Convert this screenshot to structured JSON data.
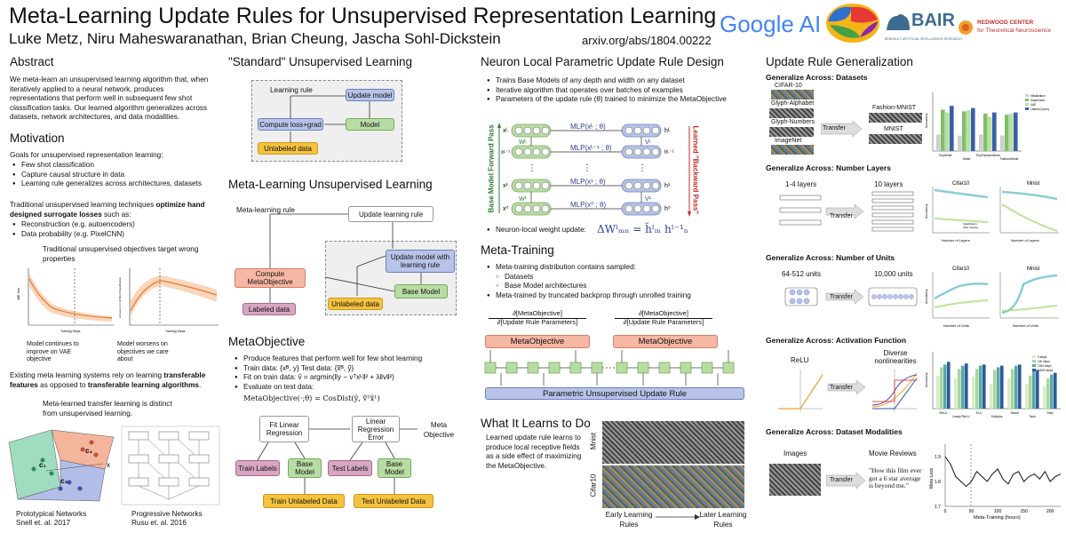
{
  "header": {
    "title": "Meta-Learning Update Rules for Unsupervised Representation Learning",
    "authors": "Luke Metz, Niru Maheswaranathan, Brian Cheung, Jascha Sohl-Dickstein",
    "arxiv": "arxiv.org/abs/1804.00222",
    "logo_google": "Google AI",
    "logo_bair": "BAIR",
    "logo_bair_sub": "BERKELEY ARTIFICIAL INTELLIGENCE RESEARCH",
    "logo_redwood": "REDWOOD CENTER",
    "logo_redwood_sub": "for Theoretical Neuroscience"
  },
  "col1": {
    "abstract_h": "Abstract",
    "abstract": "We meta-learn an unsupervised learning algorithm that, when iteratively applied to a neural network, produces representations that perform well in subsequent few shot classification tasks. Our learned algorithm generalizes across datasets, network architectures, and data modalities.",
    "motivation_h": "Motivation",
    "goals": "Goals for unsupervised representation learning:",
    "goal_items": [
      "Few shot classification",
      "Capture causal structure in data",
      "Learning rule generalizes across architectures, datasets"
    ],
    "trad_pre": "Traditional unsupervised learning techniques ",
    "trad_bold": "optimize hand designed surrogate losses",
    "trad_post": " such as:",
    "trad_items": [
      "Reconstruction (e.g. autoencoders)",
      "Data probability (e.g. PixelCNN)"
    ],
    "plot_caption": "Traditional unsupervised objectives target wrong properties",
    "plot1_ylabel": "VAE loss",
    "plot1_xlabel": "Training Steps",
    "plot2_ylabel": "Accuracy on 10 Shot Classification",
    "plot2_xlabel": "Training Steps",
    "plot1_note": "Model continues to improve on VAE objective",
    "plot2_note": "Model worsens on objectives we care about",
    "existing_pre": "Existing meta learning systems rely on learning ",
    "existing_b1": "transferable features",
    "existing_mid": " as opposed to ",
    "existing_b2": "transferable learning algorithms",
    "existing_post": ".",
    "transfer_caption": "Meta-learned transfer learning is distinct from unsupervised learning.",
    "proto_caption1": "Prototypical Networks",
    "proto_caption2": "Snell et. al. 2017",
    "prog_caption1": "Progressive Networks",
    "prog_caption2": "Rusu et. al. 2016",
    "c1": "c₁",
    "c2": "c₂",
    "c3": "c₃",
    "xlab": "x"
  },
  "col2": {
    "std_h": "\"Standard\" Unsupervised Learning",
    "std_learning_rule": "Learning rule",
    "std_update": "Update model",
    "std_model": "Model",
    "std_compute": "Compute loss+grad",
    "std_unlabeled": "Unlabeled data",
    "meta_h": "Meta-Learning Unsupervised Learning",
    "meta_rule": "Meta-learning rule",
    "meta_update_rule": "Update learning rule",
    "meta_compute": "Compute MetaObjective",
    "meta_labeled": "Labeled data",
    "meta_update_model": "Update model with learning rule",
    "meta_base": "Base Model",
    "meta_unlabeled": "Unlabeled data",
    "mo_h": "MetaObjective",
    "mo_items": [
      "Produce features that perform well for few shot learning",
      "Train data: {xᴮ, y}  Test data: {x̃ᴮ, ỹ}",
      "Fit on train data: v̂ = argmin(‖y − vᵀxᴸ‖² + λ‖v‖²)",
      "Evaluate on test data:"
    ],
    "mo_eval": "MetaObjective(·;θ) = CosDist(ỹ, v̂ᵀx̃ᴸ)",
    "mo_fit": "Fit Linear Regression",
    "mo_error": "Linear Regression Error",
    "mo_meta": "Meta Objective",
    "mo_train_labels": "Train Labels",
    "mo_base1": "Base Model",
    "mo_test_labels": "Test Labels",
    "mo_base2": "Base Model",
    "mo_train_unl": "Train Unlabeled Data",
    "mo_test_unl": "Test Unlabeled Data"
  },
  "col3": {
    "neuron_h": "Neuron Local Parametric Update Rule Design",
    "neuron_items": [
      "Trains Base Models of any depth and width on any dataset",
      "Iterative algorithm that operates over batches of examples",
      "Parameters of the update rule (θ) trained to minimize the MetaObjective"
    ],
    "forward": "Base Model Forward Pass",
    "backward": "Learned \"Backward Pass\"",
    "mlp1": "MLP(xᴸ ; θ)",
    "mlp2": "MLP(xᴸ⁻¹ ; θ)",
    "mlp3": "MLP(x¹ ; θ)",
    "mlp4": "MLP(x⁰ ; θ)",
    "lbl_xL": "xᴸ",
    "lbl_xL1": "xᴸ⁻¹",
    "lbl_x1": "x¹",
    "lbl_x0": "x⁰",
    "lbl_hL": "hᴸ",
    "lbl_hL1": "hᴸ⁻¹",
    "lbl_h1": "h¹",
    "lbl_h0": "h⁰",
    "lbl_WL": "Wᴸ",
    "lbl_W1": "W¹",
    "lbl_VL": "Vᴸ",
    "lbl_V1": "V¹",
    "neuron_update_pre": "Neuron-local weight update:",
    "neuron_update_eq": "ΔWˡₘₙ = h̃ˡₘ hˡ⁻¹ₙ",
    "metatrain_h": "Meta-Training",
    "mt_items": [
      "Meta-training distribution contains sampled:"
    ],
    "mt_sub": [
      "Datasets",
      "Base Model architectures"
    ],
    "mt_item2": "Meta-trained by truncated backprop through unrolled training",
    "grad_num": "∂[MetaObjective]",
    "grad_den": "∂[Update Rule Parameters]",
    "mo_box": "MetaObjective",
    "pupr": "Parametric Unsupervised Update Rule",
    "learns_h": "What It Learns to Do",
    "learns_txt": "Learned update rule learns to produce local receptive fields as a side effect of maximizing the MetaObjective.",
    "mnist": "Mnist",
    "cifar": "Cifar10",
    "early": "Early Learning Rules",
    "later": "Later Learning Rules"
  },
  "col4": {
    "gen_h": "Update Rule Generalization",
    "ds_h": "Generalize Across: Datasets",
    "ds_cifar": "CIFAR-10",
    "ds_glyph_a": "Glyph-Alphabet",
    "ds_glyph_n": "Glyph-Numbers",
    "ds_imagenet": "ImageNet",
    "ds_transfer": "Transfer",
    "ds_fashion": "Fashion-MNIST",
    "ds_mnist": "MNIST",
    "ds_legend": [
      "Initialization",
      "Supervised",
      "VAE",
      "Learned (ours)"
    ],
    "ds_ylabel": "Accuracy",
    "ds_xticks": [
      "TinyMnist",
      "Mnist",
      "TinyFashionMnist",
      "FashionMnist"
    ],
    "nl_h": "Generalize Across: Number Layers",
    "nl_left": "1-4 layers",
    "nl_right": "10 layers",
    "nl_transfer": "Transfer",
    "nl_p1": "Cifar10",
    "nl_p2": "Mnist",
    "nl_x": "Number of Layers",
    "nl_y": "Accuracy",
    "nl_legend": [
      "Initialization",
      "After training"
    ],
    "nu_h": "Generalize Across: Number of Units",
    "nu_left": "64-512 units",
    "nu_right": "10,000 units",
    "nu_transfer": "Transfer",
    "nu_p1": "Cifar10",
    "nu_p2": "Mnist",
    "nu_x": "Number of Units",
    "nu_y": "Accuracy",
    "af_h": "Generalize Across: Activation Function",
    "af_left": "ReLU",
    "af_right": "Diverse nonlinearities",
    "af_transfer": "Transfer",
    "af_legend": [
      "0 steps",
      "100 steps",
      "1000 steps",
      "10000 steps"
    ],
    "af_y": "Accuracy",
    "af_xticks": [
      "ReLU",
      "Leaky ReLU",
      "ELU",
      "Softplus",
      "Swish",
      "Tanh",
      "Step"
    ],
    "dm_h": "Generalize Across: Dataset Modalities",
    "dm_left": "Images",
    "dm_right": "Movie Reviews",
    "dm_transfer": "Transfer",
    "dm_quote": "\"How this film ever got a 6 star average is beyond me.\"",
    "dm_y": "Meta Loss",
    "dm_x": "Meta-Training (hours)",
    "dm_yticks": [
      "1.9",
      "1.8",
      "1.7"
    ],
    "dm_xticks": [
      "0",
      "50",
      "100",
      "150",
      "200"
    ]
  },
  "chart_data": [
    {
      "type": "bar",
      "title": "",
      "ylabel": "Accuracy",
      "categories": [
        "TinyMnist",
        "Mnist",
        "TinyFashionMnist",
        "FashionMnist"
      ],
      "series": [
        {
          "name": "Initialization",
          "values": [
            0.3,
            0.28,
            0.3,
            0.28
          ]
        },
        {
          "name": "Supervised",
          "values": [
            0.75,
            0.72,
            0.68,
            0.66
          ]
        },
        {
          "name": "VAE",
          "values": [
            0.7,
            0.74,
            0.62,
            0.68
          ]
        },
        {
          "name": "Learned (ours)",
          "values": [
            0.82,
            0.78,
            0.7,
            0.7
          ]
        }
      ],
      "colors": [
        "#cfcfcf",
        "#7fbf6a",
        "#b8e0a0",
        "#3b5fa8"
      ]
    },
    {
      "type": "bar",
      "title": "",
      "ylabel": "Accuracy",
      "categories": [
        "ReLU",
        "Leaky ReLU",
        "ELU",
        "Softplus",
        "Swish",
        "Tanh",
        "Step"
      ],
      "series": [
        {
          "name": "0 steps",
          "values": [
            0.6,
            0.55,
            0.58,
            0.45,
            0.55,
            0.45,
            0.4
          ]
        },
        {
          "name": "100 steps",
          "values": [
            0.75,
            0.72,
            0.72,
            0.7,
            0.72,
            0.6,
            0.55
          ]
        },
        {
          "name": "1000 steps",
          "values": [
            0.8,
            0.78,
            0.78,
            0.75,
            0.78,
            0.68,
            0.62
          ]
        },
        {
          "name": "10000 steps",
          "values": [
            0.85,
            0.82,
            0.8,
            0.78,
            0.8,
            0.7,
            0.65
          ]
        }
      ],
      "colors": [
        "#d8ecc8",
        "#a8d6a0",
        "#5aa8a8",
        "#2e5a9a"
      ]
    },
    {
      "type": "line",
      "title": "",
      "xlabel": "Meta-Training (hours)",
      "ylabel": "Meta Loss",
      "xlim": [
        0,
        220
      ],
      "ylim": [
        1.7,
        1.95
      ],
      "x": [
        0,
        10,
        20,
        30,
        40,
        50,
        60,
        70,
        80,
        90,
        100,
        110,
        120,
        130,
        140,
        150,
        160,
        170,
        180,
        190,
        200,
        210,
        220
      ],
      "series": [
        {
          "values": [
            1.9,
            1.87,
            1.82,
            1.8,
            1.78,
            1.8,
            1.84,
            1.82,
            1.8,
            1.83,
            1.85,
            1.81,
            1.79,
            1.83,
            1.84,
            1.8,
            1.82,
            1.83,
            1.81,
            1.84,
            1.8,
            1.82,
            1.83
          ]
        }
      ]
    }
  ]
}
